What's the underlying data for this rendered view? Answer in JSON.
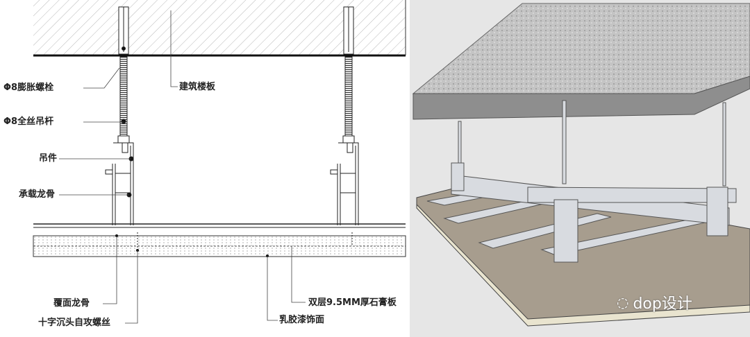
{
  "section_drawing": {
    "labels": {
      "expansion_bolt": "Φ8膨胀螺栓",
      "floor_slab": "建筑楼板",
      "threaded_rod": "Φ8全丝吊杆",
      "hanger": "吊件",
      "main_channel": "承载龙骨",
      "cover_channel": "覆面龙骨",
      "screw": "十字沉头自攻螺丝",
      "gypsum_board": "双层9.5MM厚石膏板",
      "latex_finish": "乳胶漆饰面"
    }
  },
  "render_view": {
    "watermark": "dop设计",
    "colors": {
      "background": "#e6e6e6",
      "slab": "#b8b8b8",
      "board": "#a79d8e",
      "board_edge": "#e9e4cf",
      "steel": "#d8dbe0"
    }
  }
}
